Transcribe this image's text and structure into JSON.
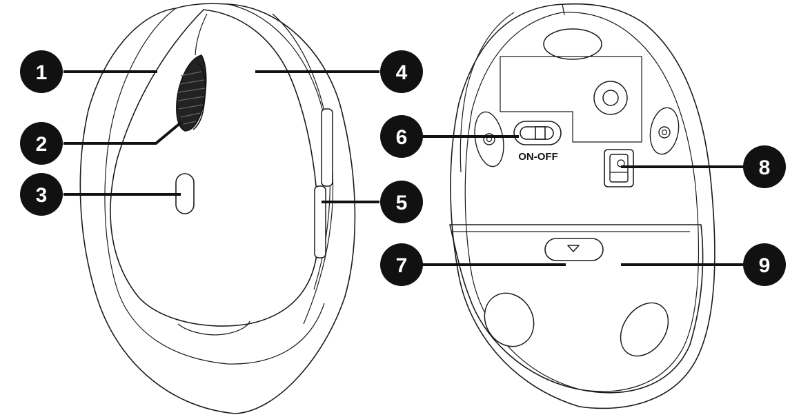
{
  "callouts": [
    "1",
    "2",
    "3",
    "4",
    "5",
    "6",
    "7",
    "8",
    "9"
  ],
  "switch_label": "ON-OFF",
  "colors": {
    "line": "#1a1a1a",
    "badge": "#111111",
    "badge_text": "#ffffff",
    "background": "#ffffff"
  }
}
